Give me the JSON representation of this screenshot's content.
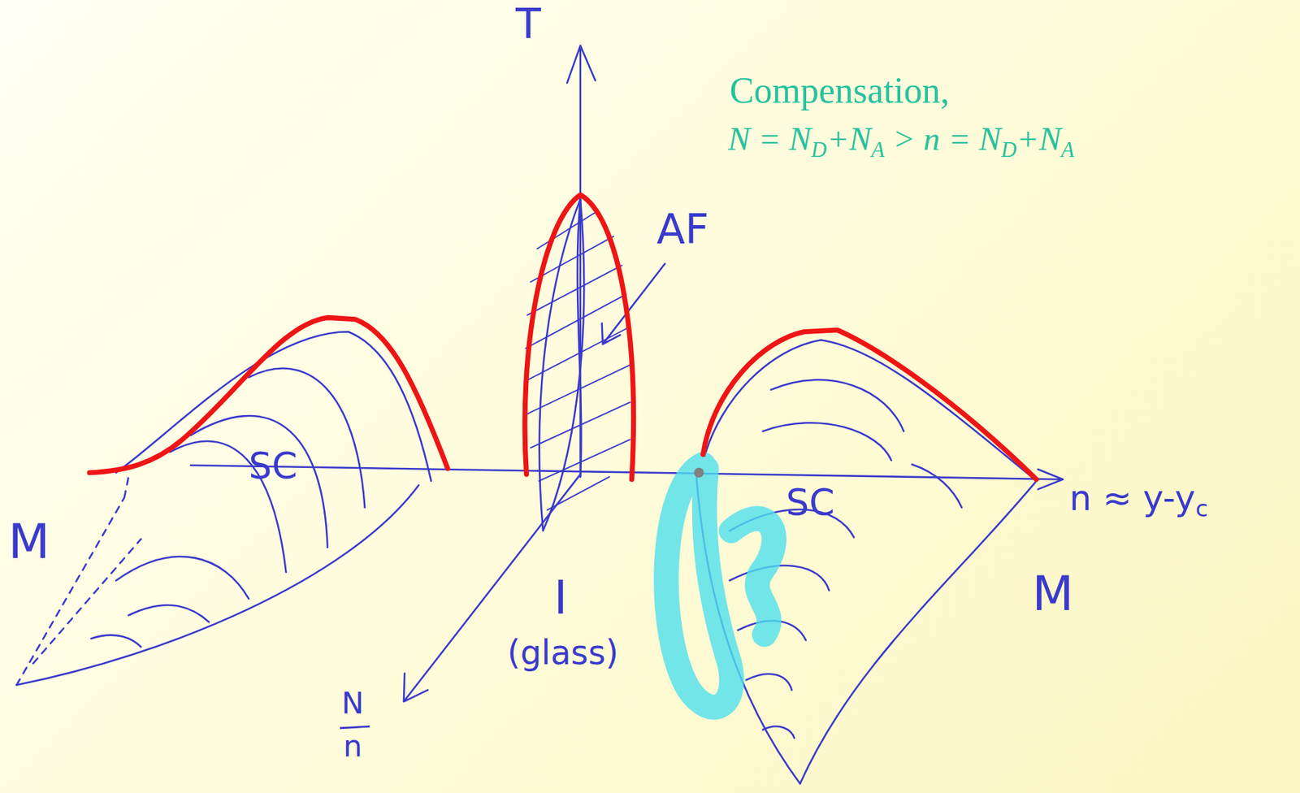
{
  "diagram": {
    "labels": [
      "T",
      "Compensation,",
      "N = ND+NA > n = ND+NA",
      "AF",
      "SC",
      "SC",
      "M",
      "I",
      "(glass)",
      "M",
      "N",
      "n",
      "n ≈ y-yc"
    ]
  }
}
